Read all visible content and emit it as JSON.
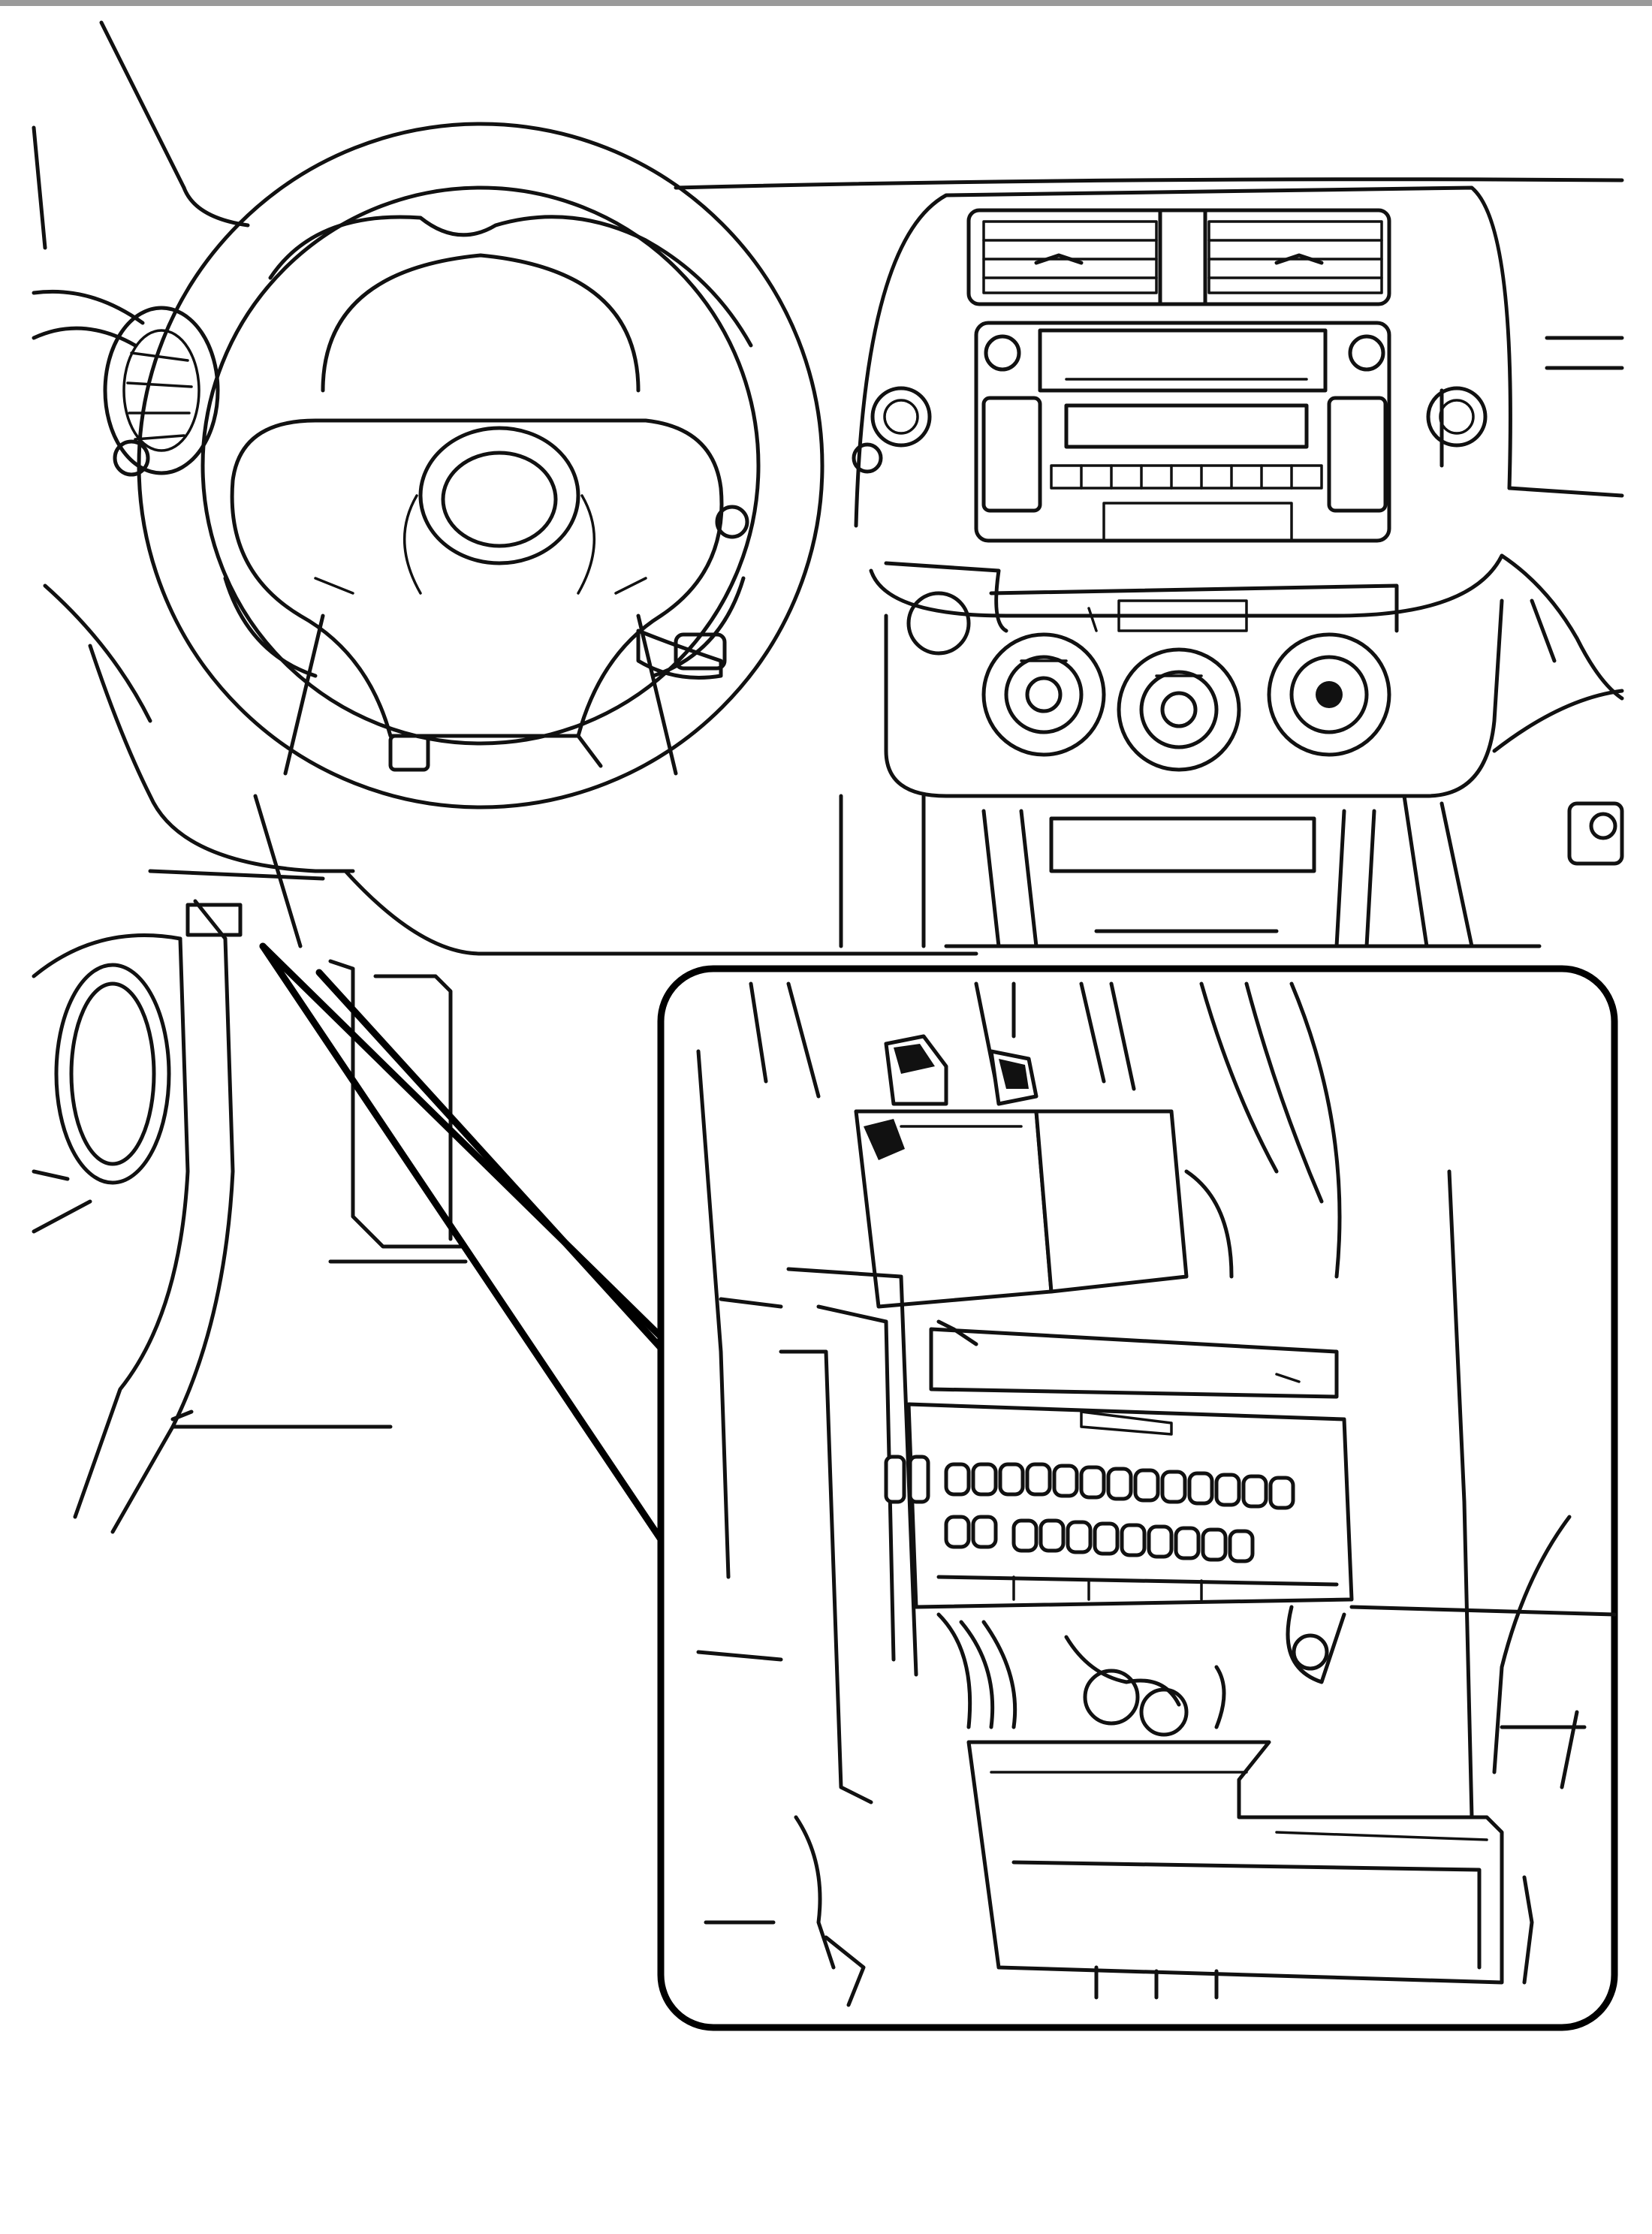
{
  "diagram": {
    "kind": "line-illustration",
    "subject": "vehicle-dashboard",
    "detail_inset": "instrument-panel-junction-block",
    "parts": [
      "steering-wheel",
      "center-vents",
      "audio-unit",
      "climate-control-knobs",
      "left-side-vent",
      "lower-dash-panel",
      "fuse-box"
    ],
    "colors": {
      "line": "#111111",
      "background": "#ffffff",
      "top-bar": "#9a9a9a"
    }
  }
}
